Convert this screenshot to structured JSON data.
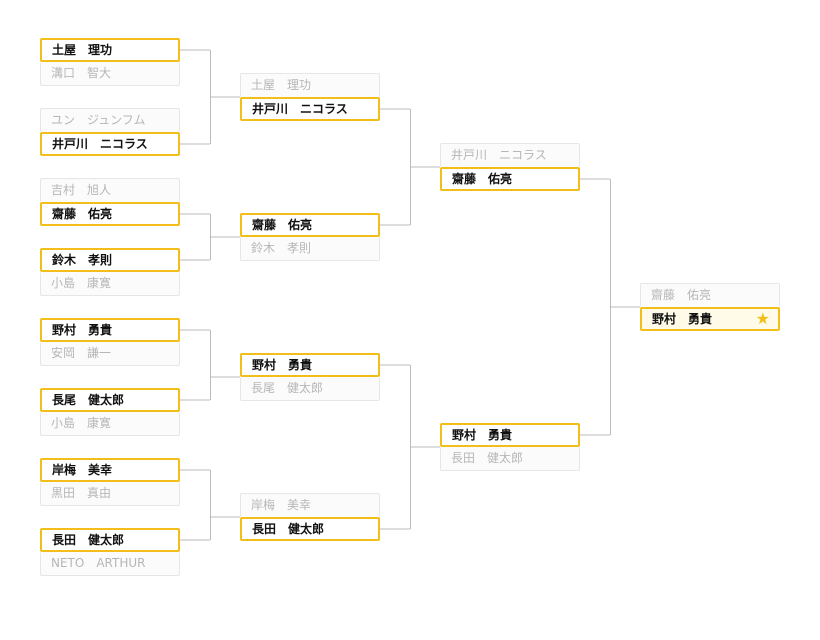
{
  "colors": {
    "winner_border": "#f2bf1a",
    "connector": "#bbbbbb",
    "loser_text": "#b6b6b6"
  },
  "rounds": [
    [
      {
        "top": "土屋　理功",
        "bottom": "溝口　智大",
        "winner": 0
      },
      {
        "top": "ユン　ジュンフム",
        "bottom": "井戸川　ニコラス",
        "winner": 1
      },
      {
        "top": "吉村　旭人",
        "bottom": "齋藤　佑亮",
        "winner": 1
      },
      {
        "top": "鈴木　孝則",
        "bottom": "小島　康寛",
        "winner": 0
      },
      {
        "top": "野村　勇貴",
        "bottom": "安岡　謙一",
        "winner": 0
      },
      {
        "top": "長尾　健太郎",
        "bottom": "小島　康寛",
        "winner": 0
      },
      {
        "top": "岸梅　美幸",
        "bottom": "黒田　真由",
        "winner": 0
      },
      {
        "top": "長田　健太郎",
        "bottom": "NETO　ARTHUR",
        "winner": 0
      }
    ],
    [
      {
        "top": "土屋　理功",
        "bottom": "井戸川　ニコラス",
        "winner": 1
      },
      {
        "top": "齋藤　佑亮",
        "bottom": "鈴木　孝則",
        "winner": 0
      },
      {
        "top": "野村　勇貴",
        "bottom": "長尾　健太郎",
        "winner": 0
      },
      {
        "top": "岸梅　美幸",
        "bottom": "長田　健太郎",
        "winner": 1
      }
    ],
    [
      {
        "top": "井戸川　ニコラス",
        "bottom": "齋藤　佑亮",
        "winner": 1
      },
      {
        "top": "野村　勇貴",
        "bottom": "長田　健太郎",
        "winner": 0
      }
    ],
    [
      {
        "top": "齋藤　佑亮",
        "bottom": "野村　勇貴",
        "winner": 1,
        "champion_icon": "star-icon"
      }
    ]
  ]
}
